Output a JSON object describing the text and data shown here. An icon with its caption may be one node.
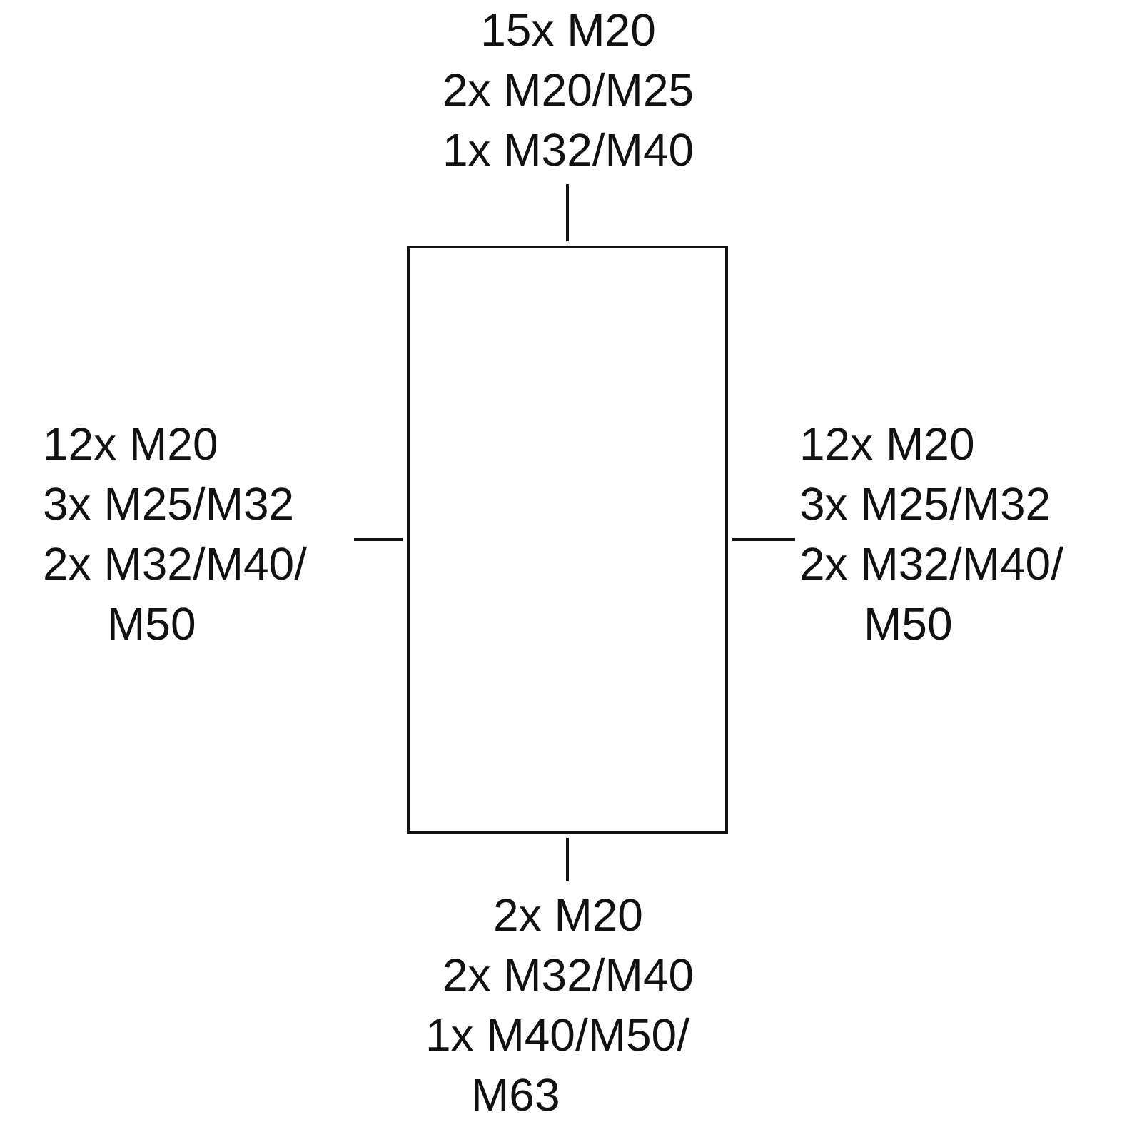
{
  "diagram": {
    "nodes": [
      {
        "text": [],
        "shape": "box"
      },
      {
        "text": [
          "15x M20",
          "2x M20/M25",
          "1x M32/M40"
        ]
      },
      {
        "text": [
          "12x M20",
          "3x M25/M32",
          "2x M32/M40/ M50"
        ]
      },
      {
        "text": [
          "12x M20",
          "3x M25/M32",
          "2x M32/M40/ M50"
        ]
      },
      {
        "text": [
          "2x M20",
          "2x M32/M40",
          "1x M40/M50/ M63"
        ]
      }
    ],
    "edges": [
      {
        "from": 1,
        "to": 0,
        "arrow": "none"
      },
      {
        "from": 2,
        "to": 0,
        "arrow": "none"
      },
      {
        "from": 3,
        "to": 0,
        "arrow": "none"
      },
      {
        "from": 4,
        "to": 0,
        "arrow": "none"
      }
    ]
  }
}
